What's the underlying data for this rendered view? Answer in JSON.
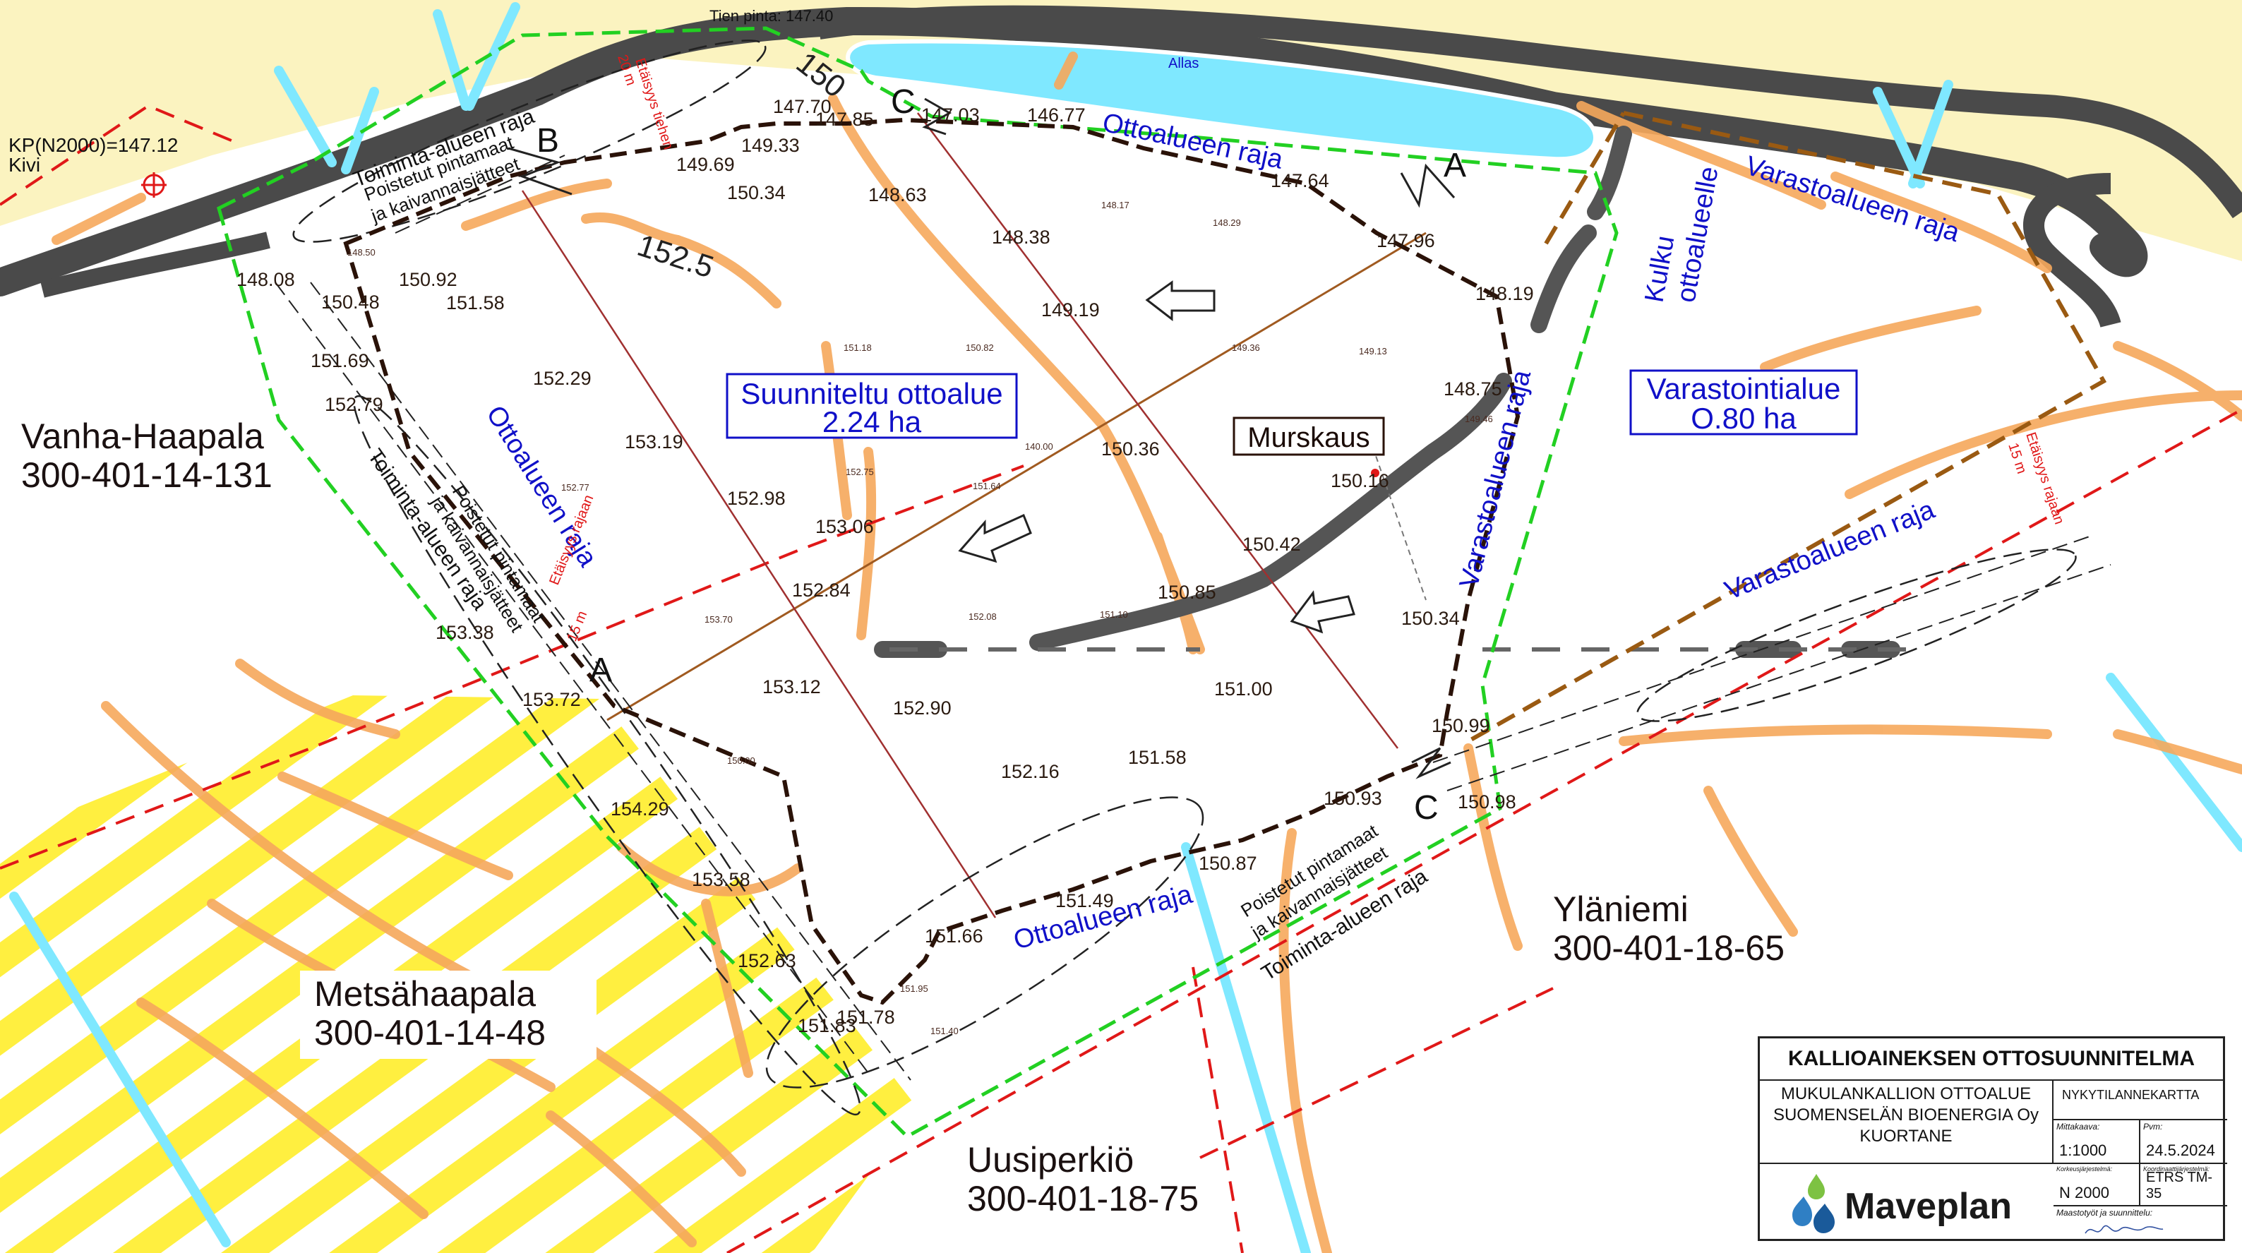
{
  "map": {
    "road_top_label": "Tien pinta: 147.40",
    "pond_label": "Allas",
    "benchmark": {
      "line1": "KP(N2000)=147.12",
      "line2": "Kivi"
    },
    "contour_labels": [
      "150",
      "152.5"
    ],
    "boundary_labels": {
      "toiminta_alue": "Toiminta-alueen raja",
      "ottoalue": "Ottoalueen raja",
      "varastoalue": "Varastoalueen raja",
      "kulku_line1": "Kulku",
      "kulku_line2": "ottoalueelle"
    },
    "removed_soil": {
      "line1": "Poistetut pintamaat",
      "line2": "ja kaivannaisjätteet"
    },
    "distance_note": {
      "line1": "Etäisyys rajaan",
      "line2": "15 m"
    },
    "distance_note_top": {
      "line1": "Etäisyys tiehen",
      "line2": "20 m"
    },
    "section_letters": [
      "A",
      "A",
      "B",
      "C",
      "C"
    ],
    "planned_area": {
      "line1": "Suunniteltu ottoalue",
      "line2": "2.24 ha"
    },
    "storage_area": {
      "line1": "Varastointialue",
      "line2": "O.80 ha"
    },
    "crushing_label": "Murskaus",
    "parcels": [
      {
        "name": "Vanha-Haapala",
        "id": "300-401-14-131"
      },
      {
        "name": "Metsähaapala",
        "id": "300-401-14-48"
      },
      {
        "name": "Uusiperkiö",
        "id": "300-401-18-75"
      },
      {
        "name": "Yläniemi",
        "id": "300-401-18-65"
      }
    ],
    "elevations": [
      "147.70",
      "147.85",
      "147.03",
      "146.77",
      "149.33",
      "149.69",
      "150.34",
      "148.63",
      "148.38",
      "147.64",
      "147.96",
      "148.19",
      "148.08",
      "150.92",
      "150.48",
      "151.58",
      "151.69",
      "152.79",
      "152.29",
      "153.19",
      "152.98",
      "153.06",
      "152.84",
      "153.38",
      "153.72",
      "153.12",
      "152.90",
      "150.36",
      "149.19",
      "148.75",
      "150.16",
      "150.42",
      "150.85",
      "151.00",
      "150.34",
      "150.99",
      "150.93",
      "150.98",
      "152.16",
      "151.58",
      "150.87",
      "151.49",
      "151.66",
      "154.29",
      "153.58",
      "152.63",
      "151.78",
      "151.83"
    ],
    "elevations_small": [
      "148.17",
      "148.29",
      "148.50",
      "151.18",
      "150.82",
      "149.36",
      "149.13",
      "149.46",
      "152.75",
      "151.64",
      "140.00",
      "153.70",
      "152.08",
      "151.10",
      "150.00",
      "152.77",
      "151.95",
      "151.40"
    ],
    "colors": {
      "road": "#4a4a4a",
      "sand": "#fbf3c0",
      "contour": "#f6a85c",
      "green_boundary": "#22d022",
      "blue_text": "#1010c8",
      "red_line": "#e01818",
      "water": "#7fe8ff",
      "stripe": "#ffef40"
    }
  },
  "titleblock": {
    "title": "KALLIOAINEKSEN OTTOSUUNNITELMA",
    "line1": "MUKULANKALLION OTTOALUE",
    "line2": "SUOMENSELÄN BIOENERGIA Oy",
    "line3": "KUORTANE",
    "map_type": "NYKYTILANNEKARTTA",
    "scale_label": "Mittakaava:",
    "scale": "1:1000",
    "date_label": "Pvm:",
    "date": "24.5.2024",
    "height_system_label": "Korkeusjärjestelmä:",
    "height_system": "N 2000",
    "coord_system_label": "Koordinaattijärjestelmä:",
    "coord_system": "ETRS TM-35",
    "surveyor_label": "Maastotyöt ja suunnittelu:",
    "company": "Maveplan"
  }
}
